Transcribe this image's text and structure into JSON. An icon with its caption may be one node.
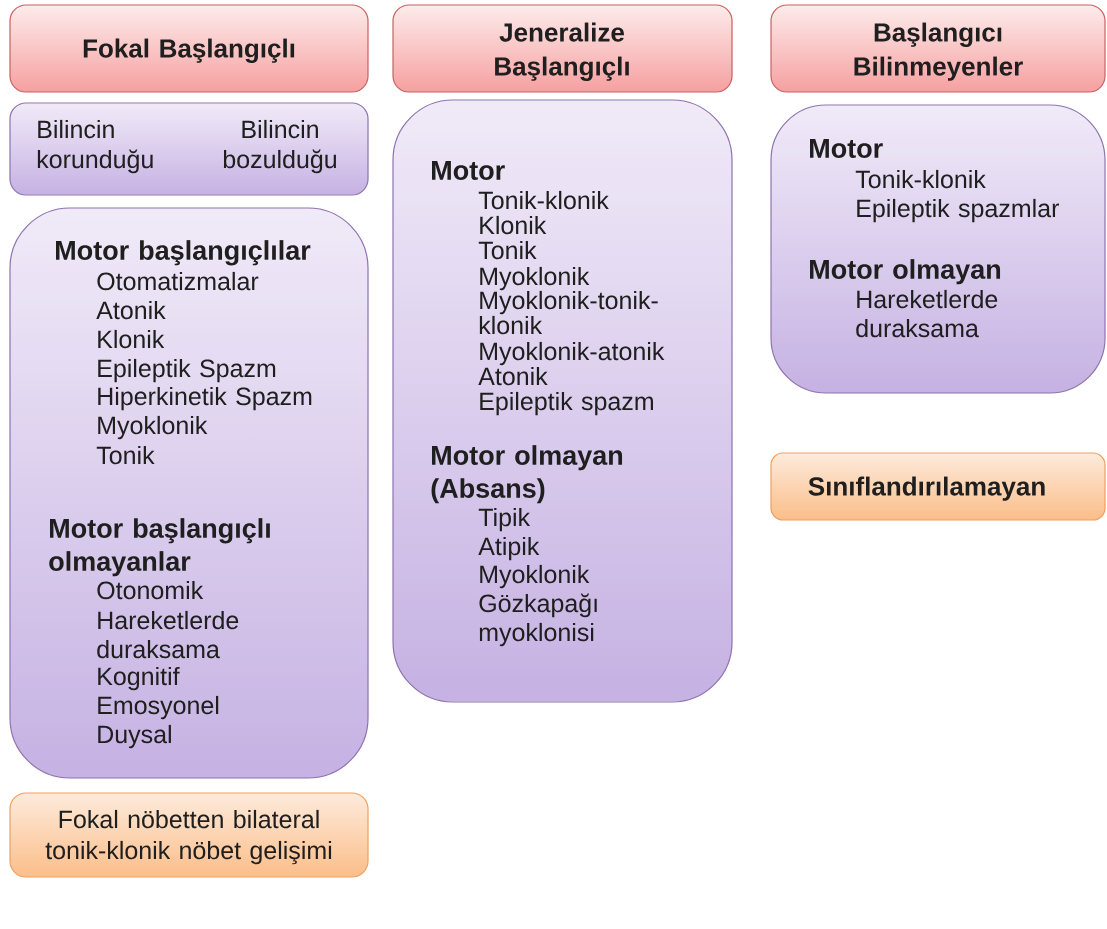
{
  "diagram": {
    "nodes": [
      {
        "text": [
          "Fokal Başlangıçlı"
        ]
      },
      {
        "text": [
          "Bilincin korunduğu",
          "Bilincin bozulduğu"
        ]
      },
      {
        "text": [
          "Motor başlangıçlılar",
          "Otomatizmalar",
          "Atonik",
          "Klonik",
          "Epileptik Spazm",
          "Hiperkinetik Spazm",
          "Myoklonik",
          "Tonik",
          "Motor başlangıçlı olmayanlar",
          "Otonomik",
          "Hareketlerde duraksama",
          "Kognitif",
          "Emosyonel",
          "Duysal"
        ]
      },
      {
        "text": [
          "Fokal nöbetten bilateral tonik-klonik nöbet gelişimi"
        ]
      },
      {
        "text": [
          "Jeneralize Başlangıçlı"
        ]
      },
      {
        "text": [
          "Motor",
          "Tonik-klonik",
          "Klonik",
          "Tonik",
          "Myoklonik",
          "Myoklonik-tonik-klonik",
          "Myoklonik-atonik",
          "Atonik",
          "Epileptik spazm",
          "Motor olmayan (Absans)",
          "Tipik",
          "Atipik",
          "Myoklonik",
          "Gözkapağı myoklonisi"
        ]
      },
      {
        "text": [
          "Başlangıcı Bilinmeyenler"
        ]
      },
      {
        "text": [
          "Motor",
          "Tonik-klonik",
          "Epileptik spazmlar",
          "Motor olmayan",
          "Hareketlerde duraksama"
        ]
      },
      {
        "text": [
          "Sınıflandırılamayan"
        ]
      }
    ]
  }
}
